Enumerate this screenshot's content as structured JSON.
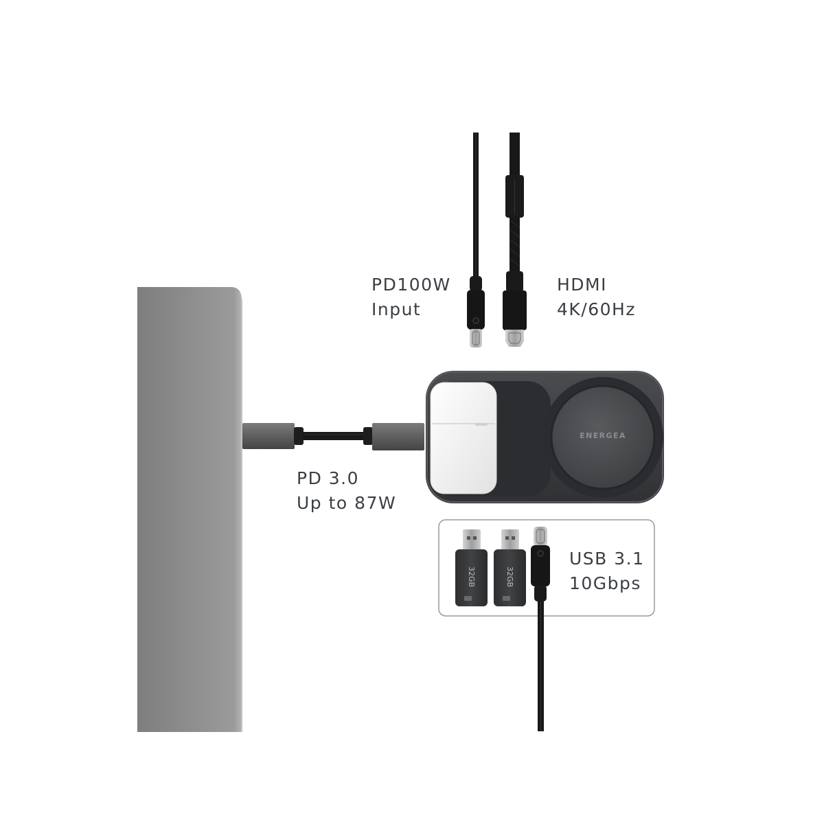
{
  "labels": {
    "pd_input": {
      "line1": "PD100W",
      "line2": "Input"
    },
    "hdmi": {
      "line1": "HDMI",
      "line2": "4K/60Hz"
    },
    "pd30": {
      "line1": "PD 3.0",
      "line2": "Up to 87W"
    },
    "usb": {
      "line1": "USB 3.1",
      "line2": "10Gbps"
    }
  },
  "device": {
    "brand": "ENERGEA"
  },
  "flash_drives": [
    {
      "capacity": "32GB"
    },
    {
      "capacity": "32GB"
    }
  ],
  "colors": {
    "background": "#ffffff",
    "laptop": "#8e8e8e",
    "hub_body": "#3a3c3f",
    "charging_pad": "#4d4f52",
    "earbuds_case": "#f5f5f5",
    "cable": "#141414",
    "text": "#3b3f44",
    "frame": "#9a9a9a"
  }
}
